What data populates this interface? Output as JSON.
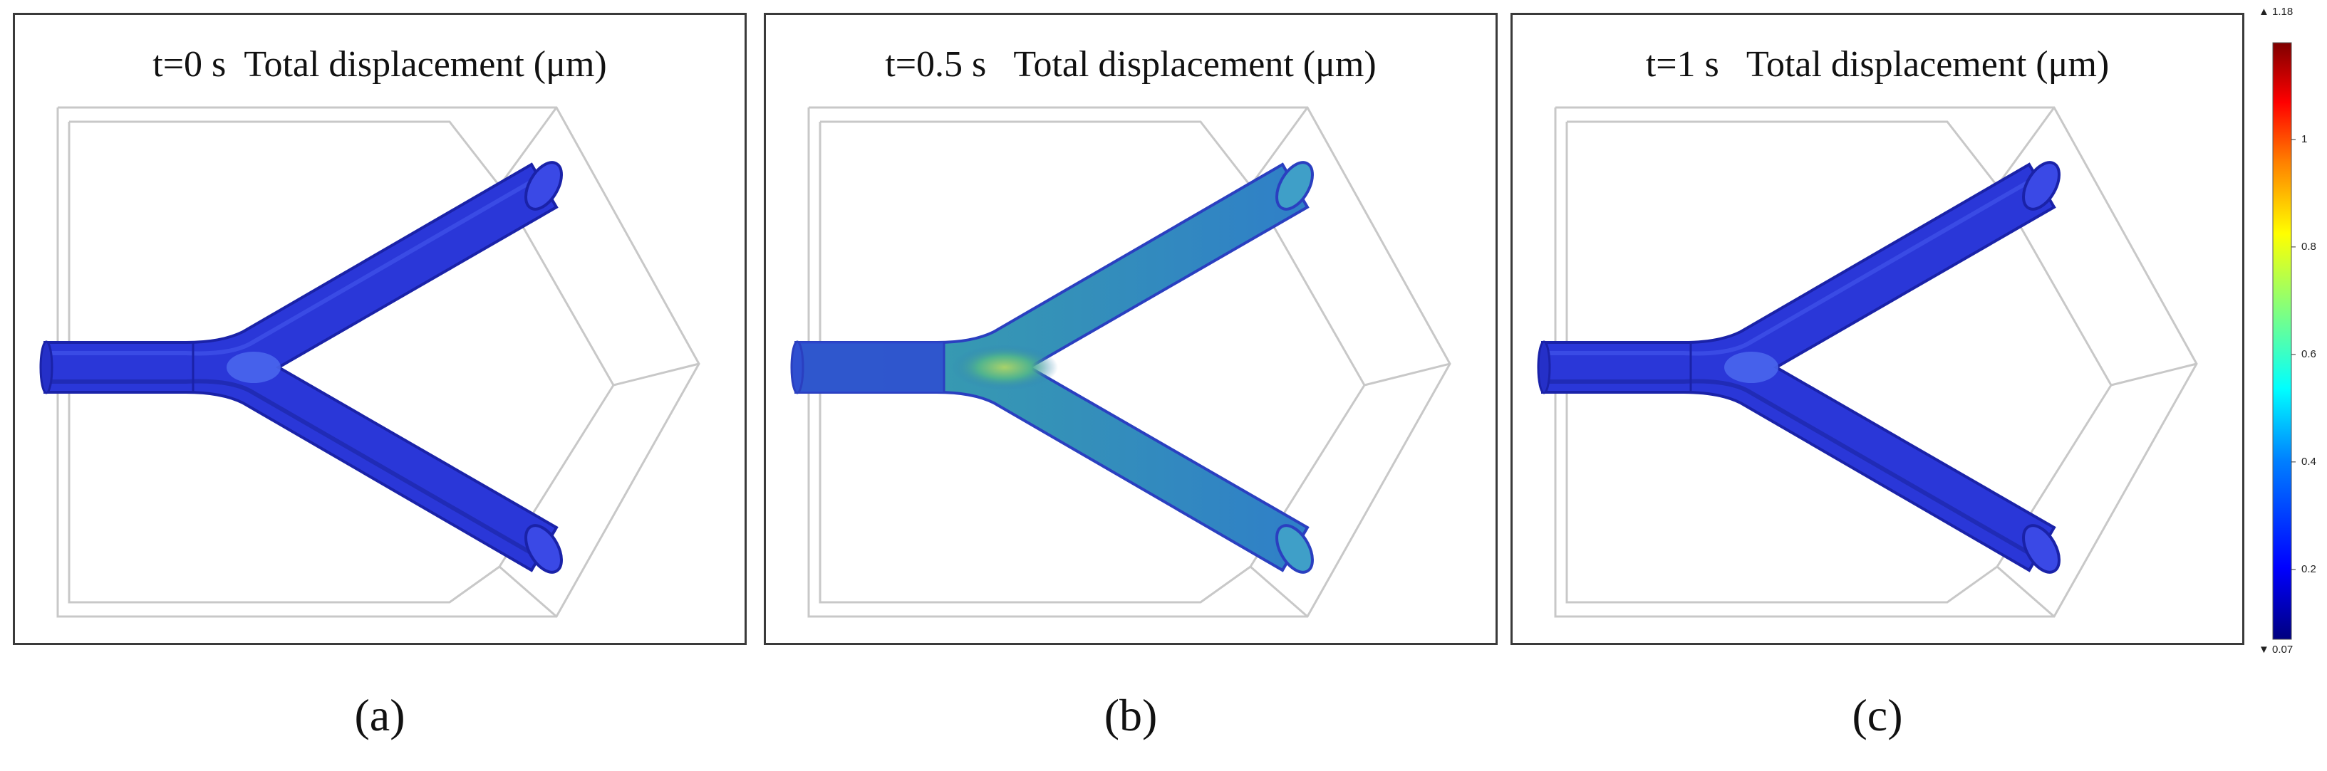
{
  "panels": [
    {
      "title": "t=0 s  Total displacement (μm)",
      "caption": "(a)",
      "state": "low"
    },
    {
      "title": "t=0.5 s   Total displacement (μm)",
      "caption": "(b)",
      "state": "high"
    },
    {
      "title": "t=1 s   Total displacement (μm)",
      "caption": "(c)",
      "state": "low"
    }
  ],
  "colorbar": {
    "max_label": "▲ 1.18",
    "min_label": "▼ 0.07",
    "ticks": [
      "1",
      "0.8",
      "0.6",
      "0.4",
      "0.2"
    ],
    "tick_values": [
      1,
      0.8,
      0.6,
      0.4,
      0.2
    ],
    "min": 0.07,
    "max": 1.18,
    "colors": [
      "#00007f",
      "#0000ff",
      "#0080ff",
      "#00ffff",
      "#80ff80",
      "#ffff00",
      "#ff8000",
      "#ff0000",
      "#7f0000"
    ]
  },
  "colors": {
    "tube_low": "#2a37d8",
    "tube_low_edge": "#1a22a8",
    "tube_high": "#2f7fb8",
    "hotspot": "#7ccf6a",
    "frame_line": "#c8c8c8"
  }
}
